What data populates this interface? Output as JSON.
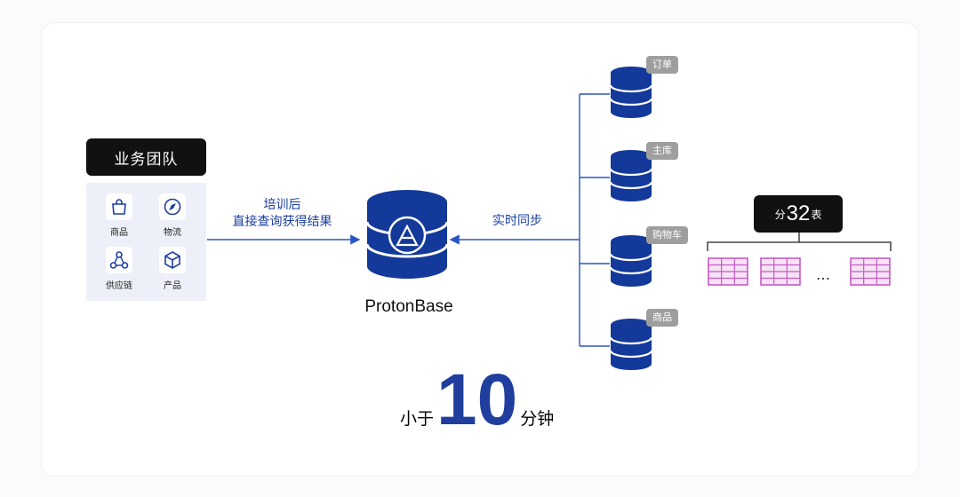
{
  "team": {
    "title": "业务团队",
    "items": [
      {
        "label": "商品",
        "icon": "shopping-bag-icon"
      },
      {
        "label": "物流",
        "icon": "compass-icon"
      },
      {
        "label": "供应链",
        "icon": "network-icon"
      },
      {
        "label": "产品",
        "icon": "box-icon"
      }
    ]
  },
  "arrows": {
    "left_label_line1": "培训后",
    "left_label_line2": "直接查询获得结果",
    "right_label": "实时同步"
  },
  "center": {
    "name": "ProtonBase"
  },
  "databases": [
    "订单",
    "主库",
    "购物车",
    "商品"
  ],
  "sharding": {
    "prefix": "分",
    "count": "32",
    "suffix": "表",
    "ellipsis": "…"
  },
  "bottom": {
    "prefix": "小于",
    "number": "10",
    "suffix": "分钟"
  },
  "colors": {
    "accent": "#1f3e9d",
    "db": "#13399a",
    "table": "#c55ac4",
    "tag": "#9e9e9e"
  }
}
